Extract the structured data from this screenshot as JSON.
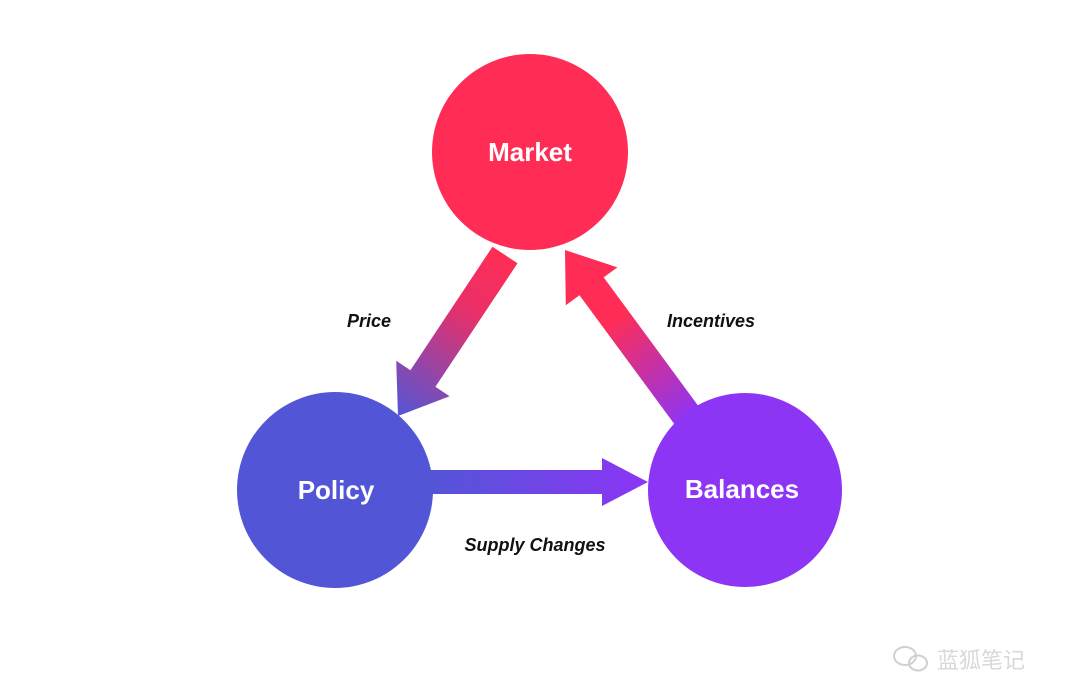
{
  "nodes": {
    "market": {
      "label": "Market",
      "color": "#ff2d55"
    },
    "policy": {
      "label": "Policy",
      "color": "#5256d6"
    },
    "balances": {
      "label": "Balances",
      "color": "#8c35f5"
    }
  },
  "edges": {
    "price": {
      "label": "Price",
      "from": "Market",
      "to": "Policy"
    },
    "supply": {
      "label": "Supply Changes",
      "from": "Policy",
      "to": "Balances"
    },
    "incentives": {
      "label": "Incentives",
      "from": "Balances",
      "to": "Market"
    }
  },
  "watermark": {
    "text": "蓝狐笔记",
    "icon": "wechat-icon"
  }
}
